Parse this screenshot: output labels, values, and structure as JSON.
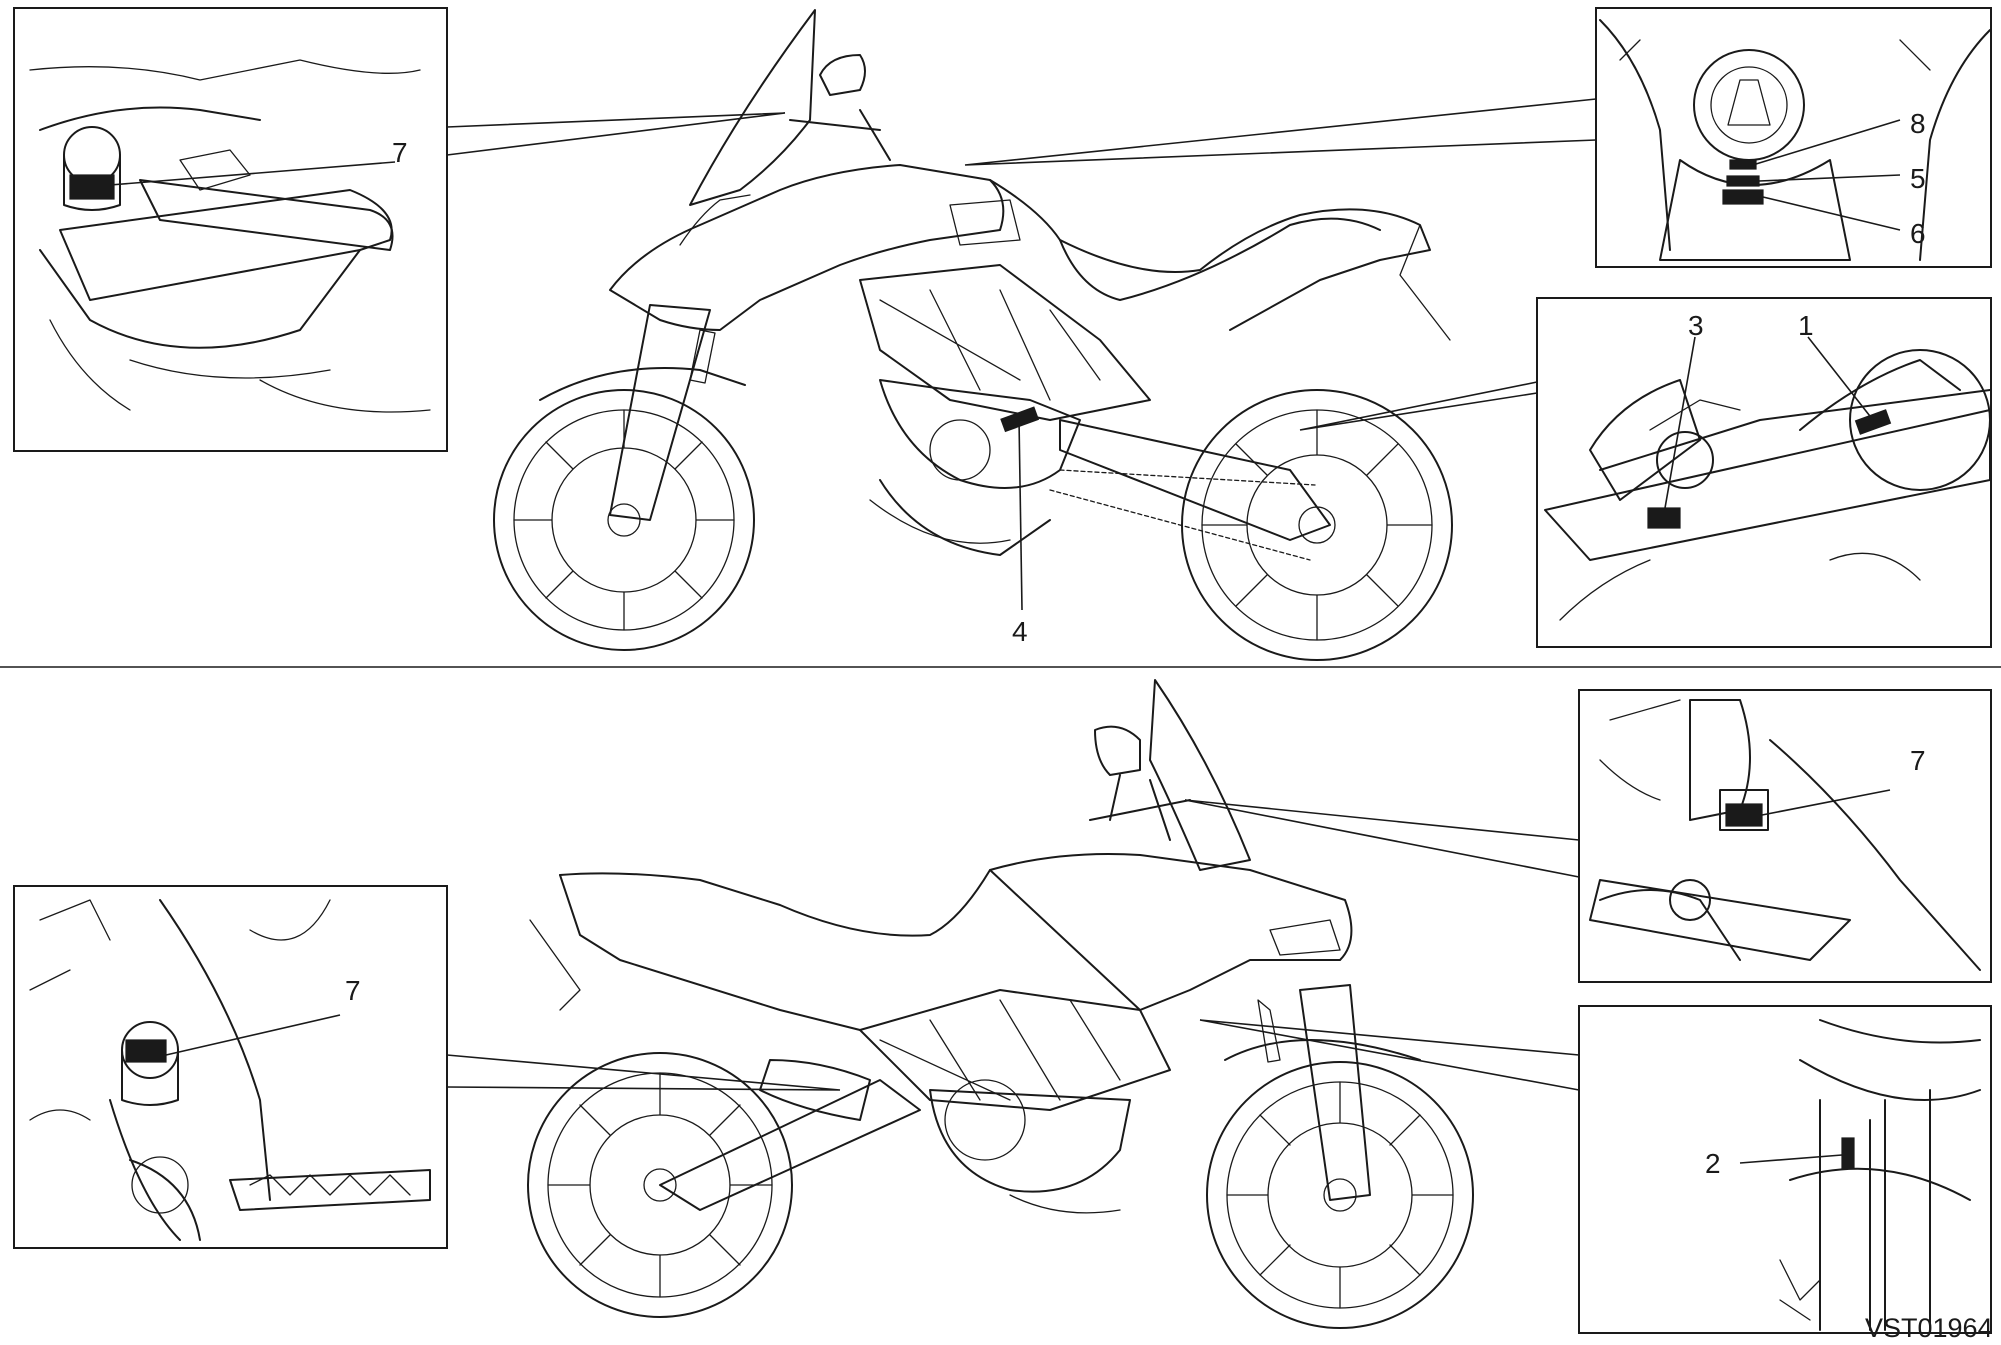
{
  "figure_code": "VST01964",
  "callouts": {
    "c1": "1",
    "c2": "2",
    "c3": "3",
    "c4": "4",
    "c5": "5",
    "c6": "6",
    "c7_top_left": "7",
    "c7_bottom_left": "7",
    "c7_bottom_right": "7",
    "c8": "8"
  },
  "colors": {
    "line": "#1a1a1a",
    "label_fill": "#808080",
    "background": "#ffffff"
  }
}
